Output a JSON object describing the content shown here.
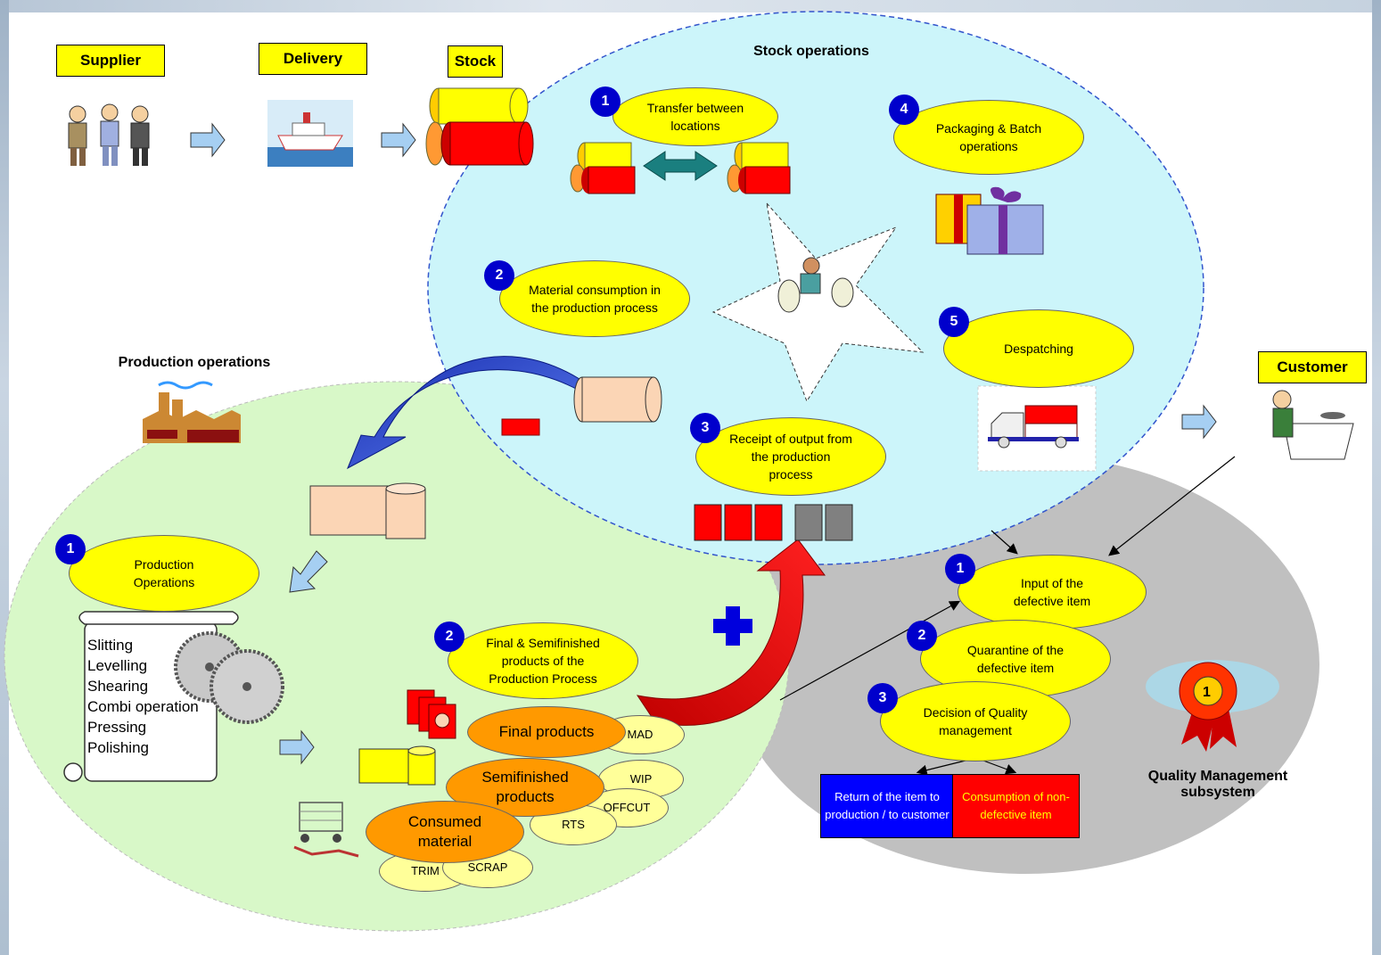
{
  "header_boxes": {
    "supplier": "Supplier",
    "delivery": "Delivery",
    "stock": "Stock",
    "customer": "Customer"
  },
  "section_titles": {
    "stock_operations": "Stock operations",
    "production_operations": "Production operations",
    "quality_management": "Quality Management subsystem"
  },
  "stock_steps": [
    {
      "number": "1",
      "label": "Transfer between locations"
    },
    {
      "number": "2",
      "label": "Material consumption in the production process"
    },
    {
      "number": "3",
      "label": "Receipt of output from the production process"
    },
    {
      "number": "4",
      "label": "Packaging & Batch operations"
    },
    {
      "number": "5",
      "label": "Despatching"
    }
  ],
  "production_steps": [
    {
      "number": "1",
      "label": "Production Operations"
    },
    {
      "number": "2",
      "label": "Final & Semifinished products of the Production Process"
    }
  ],
  "production_list": [
    "Slitting",
    "Levelling",
    "Shearing",
    "Combi operation",
    "Pressing",
    "Polishing"
  ],
  "product_ovals": {
    "final": "Final products",
    "semifinished": "Semifinished products",
    "consumed": "Consumed material",
    "mad": "MAD",
    "wip": "WIP",
    "offcut": "OFFCUT",
    "rts": "RTS",
    "trim": "TRIM",
    "scrap": "SCRAP"
  },
  "quality_steps": [
    {
      "number": "1",
      "label": "Input of the defective item"
    },
    {
      "number": "2",
      "label": "Quarantine of the defective item"
    },
    {
      "number": "3",
      "label": "Decision of Quality management"
    }
  ],
  "quality_outcomes": {
    "return": "Return of the item to production / to customer",
    "consumption": "Consumption of non-defective item"
  },
  "colors": {
    "stock_area": "#ccf5fa",
    "production_area": "#d8f8c8",
    "quality_area": "#c0c0c0",
    "oval_yellow": "#ffff00",
    "oval_orange": "#ff9900",
    "oval_light": "#ffff99",
    "badge_blue": "#0000cc",
    "return_blue": "#0000ff",
    "consume_red": "#ff0000"
  },
  "icons": [
    "people-icon",
    "ship-icon",
    "stock-rolls-icon",
    "factory-icon",
    "gift-icon",
    "truck-icon",
    "customer-icon",
    "award-ribbon-icon",
    "saw-blade-icon",
    "cart-icon",
    "worker-icon"
  ]
}
